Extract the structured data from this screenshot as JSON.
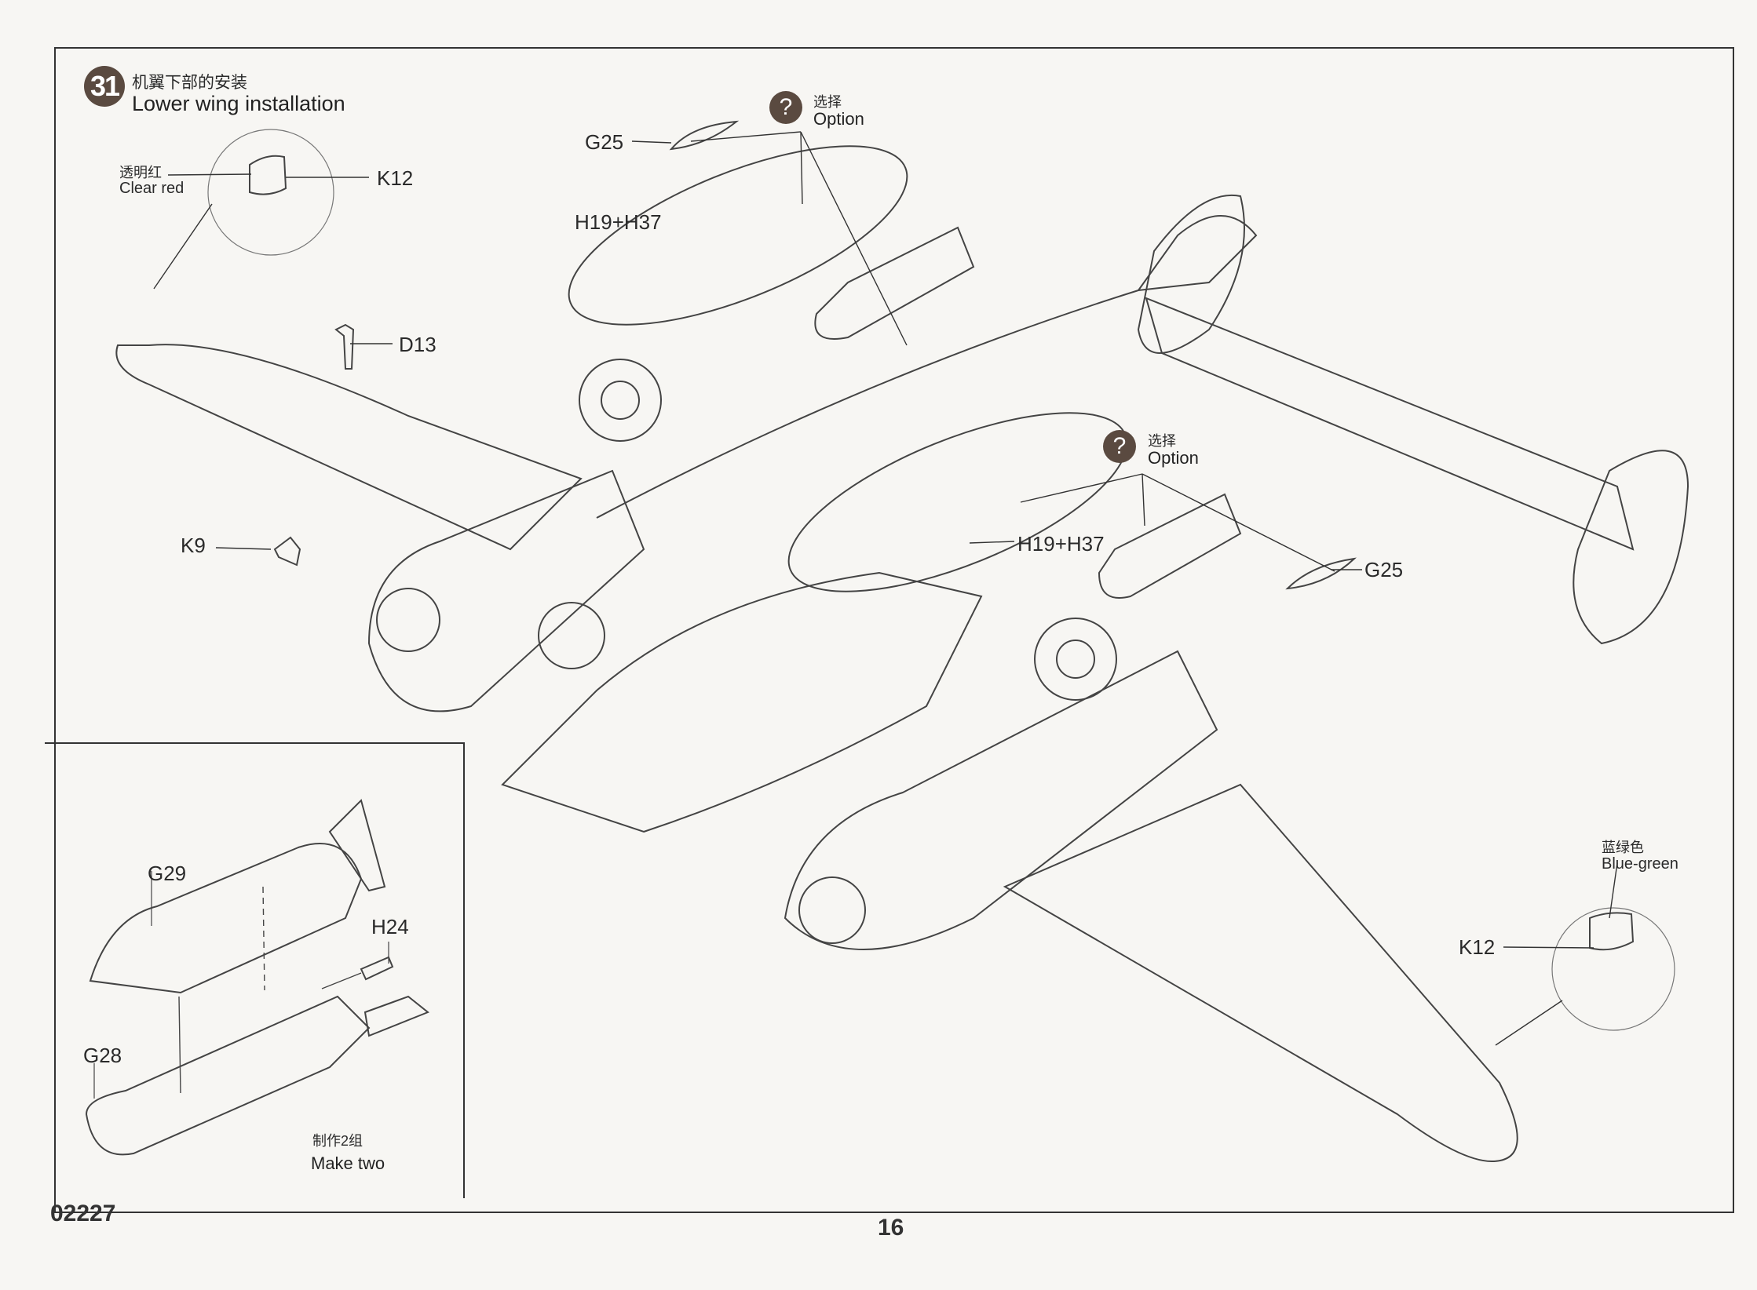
{
  "step": {
    "number": "31",
    "title_cn": "机翼下部的安装",
    "title_en": "Lower wing installation"
  },
  "callouts": {
    "clear_red_cn": "透明红",
    "clear_red_en": "Clear red",
    "k12_top": "K12",
    "d13": "D13",
    "k9": "K9",
    "g25_top": "G25",
    "option_top_cn": "选择",
    "option_top_en": "Option",
    "h19_h37_top": "H19+H37",
    "option_mid_cn": "选择",
    "option_mid_en": "Option",
    "h19_h37_mid": "H19+H37",
    "g25_mid": "G25",
    "blue_green_cn": "蓝绿色",
    "blue_green_en": "Blue-green",
    "k12_bottom": "K12"
  },
  "inset": {
    "g29": "G29",
    "h24": "H24",
    "g28": "G28",
    "make_two_cn": "制作2组",
    "make_two_en": "Make two"
  },
  "icons": {
    "option": "?"
  },
  "footer": {
    "kit_code": "02227",
    "page_number": "16"
  },
  "colors": {
    "badge": "#5a4a40",
    "line": "#333333",
    "paper": "#f7f6f3"
  }
}
